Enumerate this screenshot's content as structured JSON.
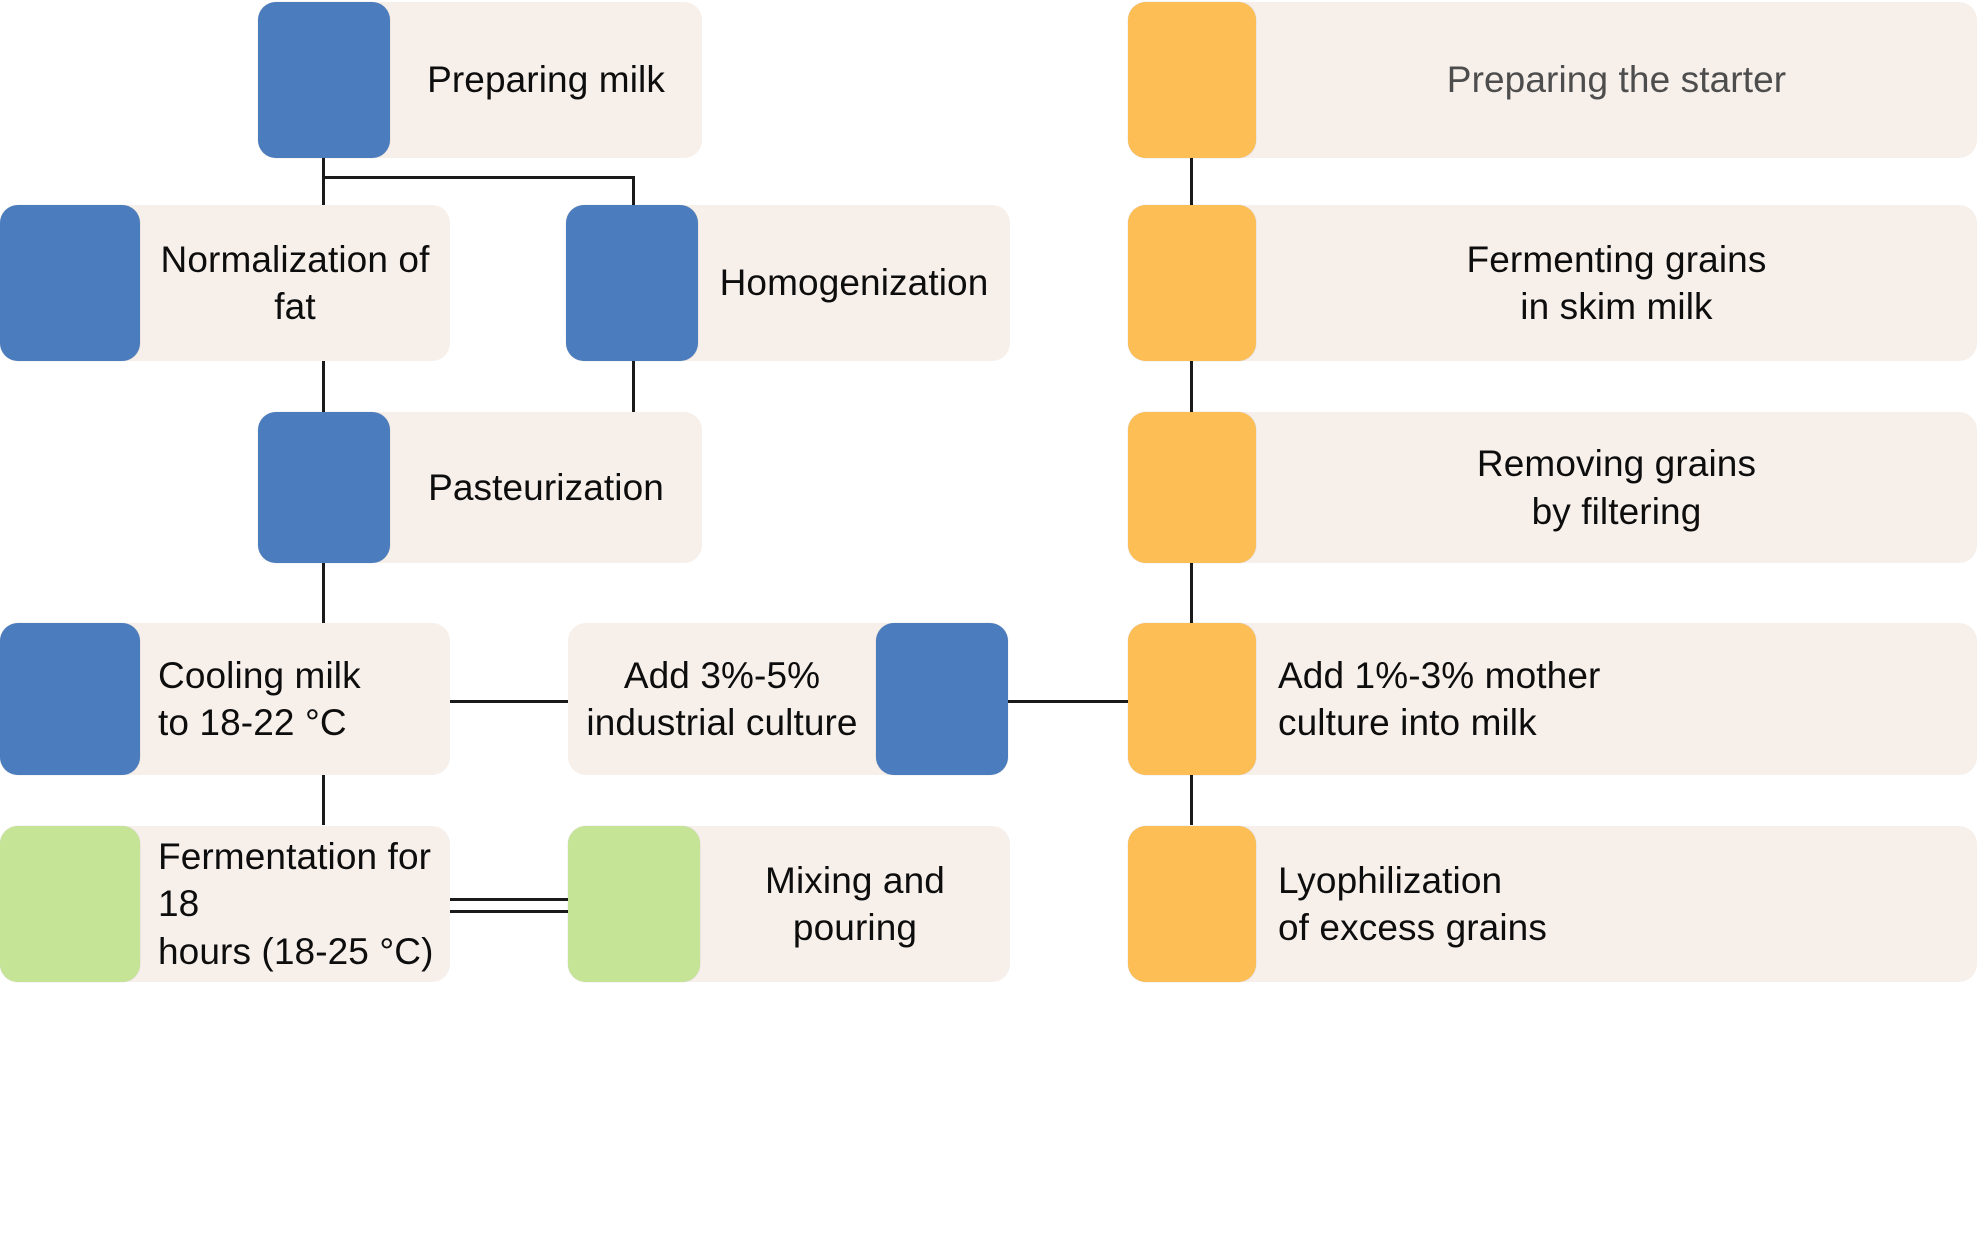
{
  "diagram": {
    "title": "Kefir production flowchart",
    "colors": {
      "blue": "#4A7CBE",
      "orange": "#FCBE55",
      "green": "#C5E495",
      "card_background": "#F6EFEA",
      "connector": "#1a1a1a",
      "text": "#0d0d0d",
      "text_muted": "#4d4d4d",
      "page_background": "#ffffff"
    },
    "nodes": [
      {
        "id": "preparing-milk",
        "label": "Preparing milk",
        "accent": "blue",
        "accent_side": "left"
      },
      {
        "id": "normalization-of-fat",
        "label": "Normalization of fat",
        "accent": "blue",
        "accent_side": "left"
      },
      {
        "id": "homogenization",
        "label": "Homogenization",
        "accent": "blue",
        "accent_side": "left"
      },
      {
        "id": "pasteurization",
        "label": "Pasteurization",
        "accent": "blue",
        "accent_side": "left"
      },
      {
        "id": "cooling-milk",
        "label": "Cooling milk\nto 18-22 °C",
        "accent": "blue",
        "accent_side": "left"
      },
      {
        "id": "add-industrial-culture",
        "label": "Add 3%-5%\nindustrial culture",
        "accent": "blue",
        "accent_side": "right"
      },
      {
        "id": "fermentation",
        "label": "Fermentation for 18\nhours (18-25 °C)",
        "accent": "green",
        "accent_side": "left"
      },
      {
        "id": "mixing-and-pouring",
        "label": "Mixing and pouring",
        "accent": "green",
        "accent_side": "left"
      },
      {
        "id": "preparing-the-starter",
        "label": "Preparing the starter",
        "accent": "orange",
        "accent_side": "left"
      },
      {
        "id": "fermenting-grains",
        "label": "Fermenting grains\nin skim milk",
        "accent": "orange",
        "accent_side": "left"
      },
      {
        "id": "removing-grains",
        "label": "Removing grains\nby filtering",
        "accent": "orange",
        "accent_side": "left"
      },
      {
        "id": "add-mother-culture",
        "label": "Add 1%-3% mother\nculture into milk",
        "accent": "orange",
        "accent_side": "left"
      },
      {
        "id": "lyophilization",
        "label": "Lyophilization\nof excess grains",
        "accent": "orange",
        "accent_side": "left"
      }
    ],
    "edges": [
      {
        "from": "preparing-milk",
        "to": "normalization-of-fat",
        "style": "single"
      },
      {
        "from": "preparing-milk",
        "to": "homogenization",
        "style": "single"
      },
      {
        "from": "normalization-of-fat",
        "to": "pasteurization",
        "style": "single"
      },
      {
        "from": "homogenization",
        "to": "pasteurization",
        "style": "single"
      },
      {
        "from": "pasteurization",
        "to": "cooling-milk",
        "style": "single"
      },
      {
        "from": "cooling-milk",
        "to": "add-industrial-culture",
        "style": "single"
      },
      {
        "from": "add-industrial-culture",
        "to": "add-mother-culture",
        "style": "single"
      },
      {
        "from": "cooling-milk",
        "to": "fermentation",
        "style": "single"
      },
      {
        "from": "fermentation",
        "to": "mixing-and-pouring",
        "style": "double"
      },
      {
        "from": "preparing-the-starter",
        "to": "fermenting-grains",
        "style": "single"
      },
      {
        "from": "fermenting-grains",
        "to": "removing-grains",
        "style": "single"
      },
      {
        "from": "removing-grains",
        "to": "add-mother-culture",
        "style": "single"
      },
      {
        "from": "add-mother-culture",
        "to": "lyophilization",
        "style": "single"
      }
    ]
  }
}
